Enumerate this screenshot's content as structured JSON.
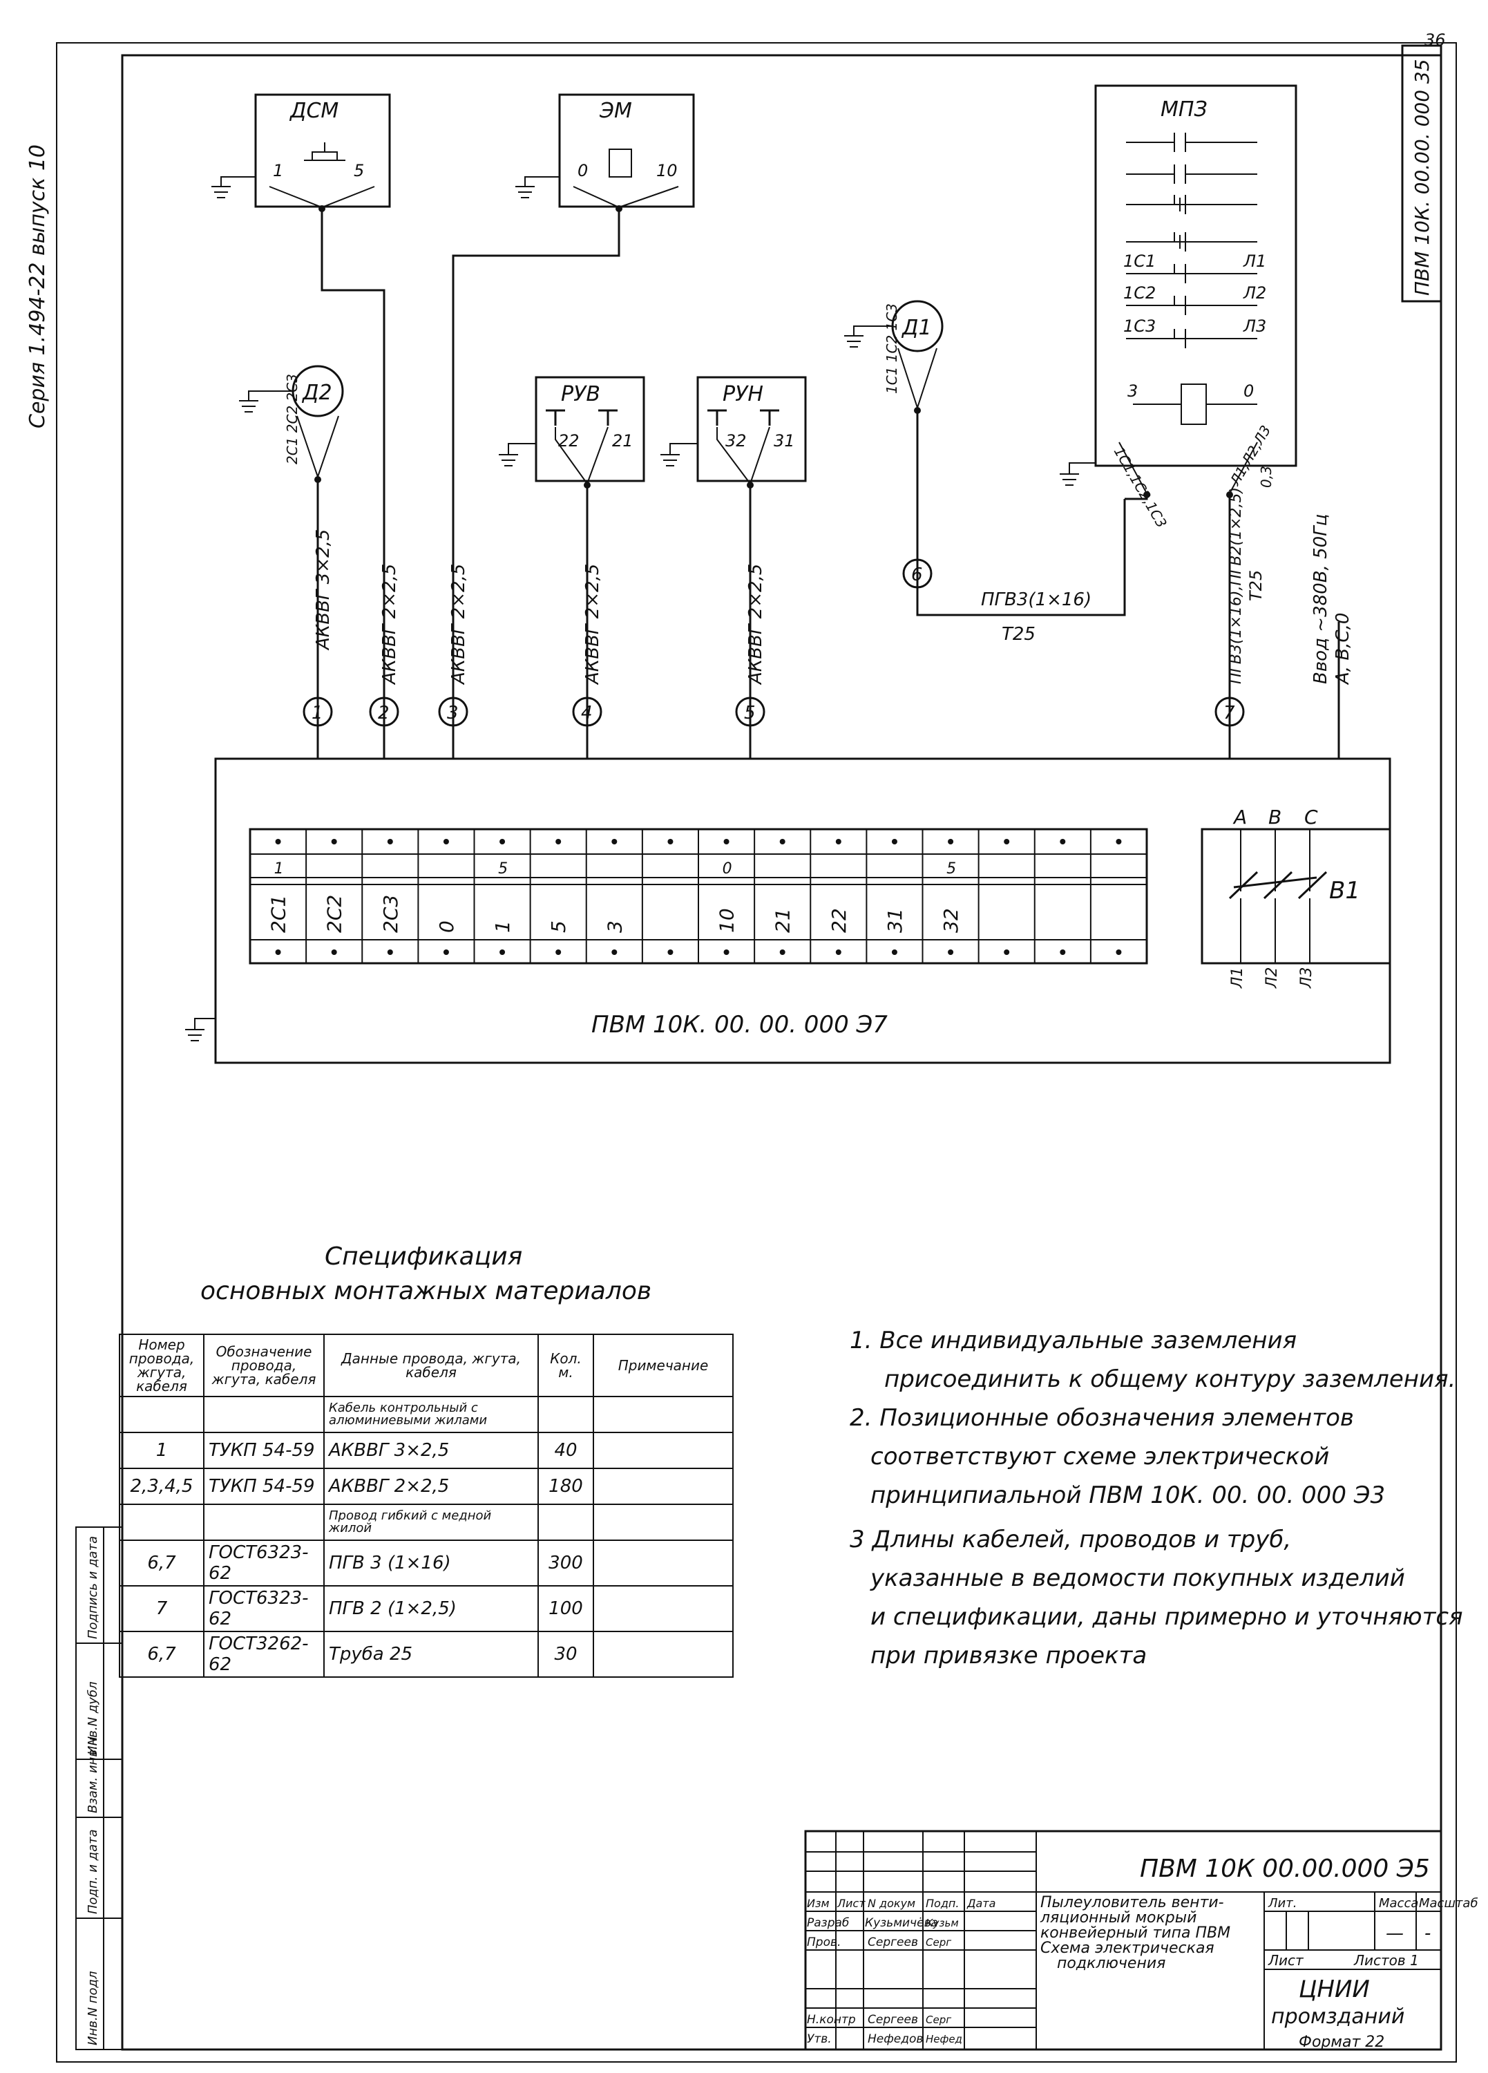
{
  "side": {
    "series": "Серия 1.494-22 выпуск 10",
    "sheet_number": "36",
    "stamp": "ПВМ 10К. 00.00. 000 35"
  },
  "devices": {
    "dsm": {
      "label": "ДСМ",
      "pin1": "1",
      "pin5": "5"
    },
    "em": {
      "label": "ЭМ",
      "pin0": "0",
      "pin10": "10"
    },
    "ruv": {
      "label": "РУВ",
      "pin22": "22",
      "pin21": "21"
    },
    "run": {
      "label": "РУН",
      "pin32": "32",
      "pin31": "31"
    },
    "d2": {
      "label": "Д2",
      "wires": "2С1 2С2 2С3"
    },
    "d1": {
      "label": "Д1",
      "wires": "1С1 1С2 1С3"
    },
    "mpz": {
      "label": "МПЗ",
      "contacts": [
        {
          "left": "1С1",
          "right": "Л1"
        },
        {
          "left": "1С2",
          "right": "Л2"
        },
        {
          "left": "1С3",
          "right": "Л3"
        }
      ],
      "coil_left": "3",
      "coil_right": "0",
      "out_left": "1С1,1С2,1С3",
      "out_right": "Л1,Л2,Л3",
      "out_right2": "0,3"
    }
  },
  "cables": [
    {
      "num": "1",
      "label": "АКВВГ 3×2,5"
    },
    {
      "num": "2",
      "label": "АКВВГ 2×2,5"
    },
    {
      "num": "3",
      "label": "АКВВГ 2×2,5"
    },
    {
      "num": "4",
      "label": "АКВВГ 2×2,5"
    },
    {
      "num": "5",
      "label": "АКВВГ 2×2,5"
    },
    {
      "num": "6",
      "label": "ПГВ3(1×16)",
      "sub": "Т25"
    },
    {
      "num": "7",
      "label": "ПГВ3(1×16),ПГВ2(1×2,5)",
      "sub": "Т25"
    }
  ],
  "input": {
    "line1": "Ввод ~380В, 50Гц",
    "line2": "А, В,С,0"
  },
  "terminal": {
    "top_marks": [
      "1",
      "",
      "",
      "",
      "5",
      "",
      "",
      "",
      "0",
      "",
      "",
      "",
      "5",
      "",
      "",
      ""
    ],
    "labels": [
      "2С1",
      "2С2",
      "2С3",
      "0",
      "1",
      "5",
      "3",
      "",
      "10",
      "21",
      "22",
      "31",
      "32",
      "",
      "",
      ""
    ],
    "switch": {
      "a": "А",
      "b": "В",
      "c": "С",
      "name": "В1",
      "l1": "Л1",
      "l2": "Л2",
      "l3": "Л3"
    },
    "name": "ПВМ 10К. 00. 00. 000 Э7"
  },
  "spec": {
    "title1": "Спецификация",
    "title2": "основных монтажных материалов",
    "headers": [
      "Номер провода, жгута, кабеля",
      "Обозначение провода, жгута, кабеля",
      "Данные провода, жгута, кабеля",
      "Кол. м.",
      "Примечание"
    ],
    "rows": [
      {
        "num": "",
        "doc": "",
        "data": "Кабель контрольный с алюминиевыми жилами",
        "qty": "",
        "note": "",
        "small": true
      },
      {
        "num": "1",
        "doc": "ТУКП 54-59",
        "data": "АКВВГ 3×2,5",
        "qty": "40",
        "note": ""
      },
      {
        "num": "2,3,4,5",
        "doc": "ТУКП 54-59",
        "data": "АКВВГ 2×2,5",
        "qty": "180",
        "note": ""
      },
      {
        "num": "",
        "doc": "",
        "data": "Провод гибкий с медной жилой",
        "qty": "",
        "note": "",
        "small": true
      },
      {
        "num": "6,7",
        "doc": "ГОСТ6323-62",
        "data": "ПГВ 3 (1×16)",
        "qty": "300",
        "note": ""
      },
      {
        "num": "7",
        "doc": "ГОСТ6323-62",
        "data": "ПГВ 2 (1×2,5)",
        "qty": "100",
        "note": ""
      },
      {
        "num": "6,7",
        "doc": "ГОСТ3262-62",
        "data": "Труба 25",
        "qty": "30",
        "note": ""
      }
    ]
  },
  "notes": [
    "1. Все индивидуальные заземления",
    "присоединить к общему контуру заземления.",
    "2. Позиционные обозначения элементов",
    "соответствуют схеме электрической",
    "принципиальной ПВМ 10К. 00. 00. 000 Э3",
    "3 Длины кабелей, проводов и труб,",
    "указанные в ведомости покупных изделий",
    "и спецификации, даны примерно и уточняются",
    "при привязке проекта"
  ],
  "left_strip": [
    "Инв.N подл",
    "Подп. и дата",
    "Взам. инв.N",
    "Инв.N дубл",
    "Подпись и дата"
  ],
  "title_block": {
    "doc": "ПВМ 10К 00.00.000 Э5",
    "name1": "Пылеуловитель венти-",
    "name2": "ляционный мокрый",
    "name3": "конвейерный типа ПВМ",
    "name4": "Схема электрическая",
    "name5": "подключения",
    "lit": "Лит.",
    "mass": "Масса",
    "scale": "Масштаб",
    "mass_val": "—",
    "scale_val": "-",
    "sheet": "Лист",
    "sheets": "Листов 1",
    "org1": "ЦНИИ",
    "org2": "промзданий",
    "format": "Формат 22",
    "cols": [
      "Изм",
      "Лист",
      "N докум",
      "Подп.",
      "Дата"
    ],
    "rows": [
      {
        "role": "Разраб",
        "name": "Кузьмичёва",
        "sign": "Кузьм"
      },
      {
        "role": "Пров.",
        "name": "Сергеев",
        "sign": "Серг"
      },
      {
        "role": "Н.контр",
        "name": "Сергеев",
        "sign": "Серг"
      },
      {
        "role": "Утв.",
        "name": "Нефедов",
        "sign": "Нефед"
      }
    ]
  }
}
